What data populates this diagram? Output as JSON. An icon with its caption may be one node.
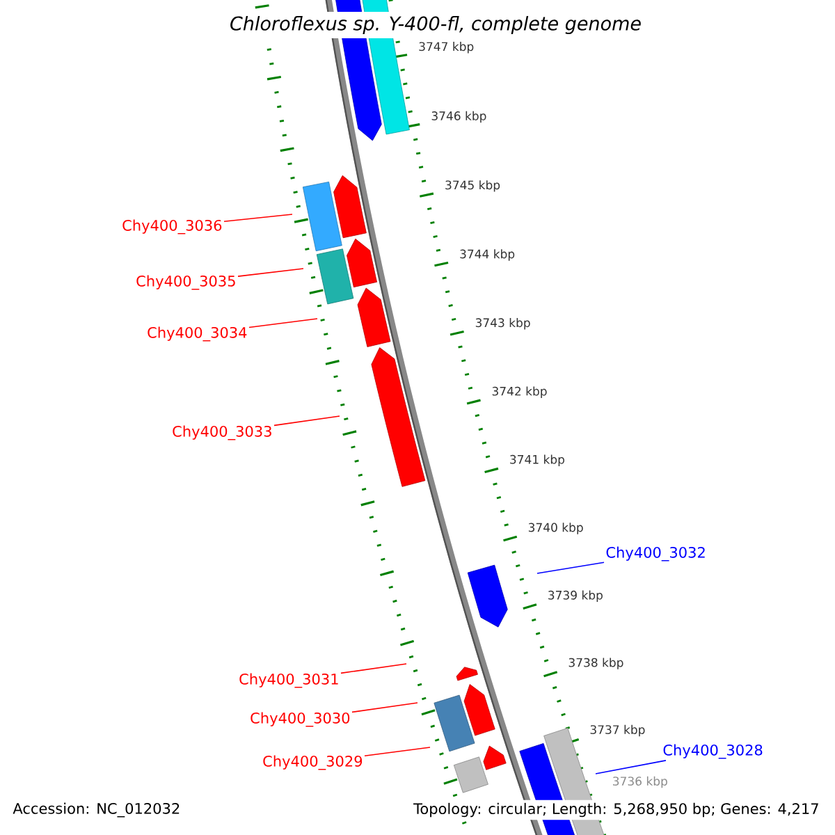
{
  "diagram": {
    "title": "Chloroflexus sp. Y-400-fl, complete genome",
    "nodes": [
      {
        "text": [
          "Chy400_3036"
        ]
      },
      {
        "text": [
          "Chy400_3035"
        ]
      },
      {
        "text": [
          "Chy400_3034"
        ]
      },
      {
        "text": [
          "Chy400_3033"
        ]
      },
      {
        "text": [
          "Chy400_3032"
        ]
      },
      {
        "text": [
          "Chy400_3031"
        ]
      },
      {
        "text": [
          "Chy400_3030"
        ]
      },
      {
        "text": [
          "Chy400_3028"
        ]
      },
      {
        "text": [
          "Chy400_3029"
        ]
      }
    ],
    "edges": [
      {
        "from": 0,
        "to": null,
        "arrow": "none"
      },
      {
        "from": 1,
        "to": null,
        "arrow": "none"
      },
      {
        "from": 2,
        "to": null,
        "arrow": "none"
      },
      {
        "from": 3,
        "to": null,
        "arrow": "none"
      },
      {
        "from": 4,
        "to": null,
        "arrow": "none",
        "color": "#0000ff"
      },
      {
        "from": 5,
        "to": null,
        "arrow": "none"
      },
      {
        "from": 6,
        "to": null,
        "arrow": "none"
      },
      {
        "from": 7,
        "to": null,
        "arrow": "none",
        "color": "#0000ff"
      },
      {
        "from": 8,
        "to": null,
        "arrow": "none"
      }
    ],
    "labels": [
      "3747 kbp",
      "3746 kbp",
      "3745 kbp",
      "3744 kbp",
      "3743 kbp",
      "3742 kbp",
      "3741 kbp",
      "3740 kbp",
      "3739 kbp",
      "3738 kbp",
      "3737 kbp",
      "3736 kbp",
      "Accession: NC_012032",
      "Topology: circular; Length: 5,268,950 bp; Genes: 4,217"
    ]
  }
}
